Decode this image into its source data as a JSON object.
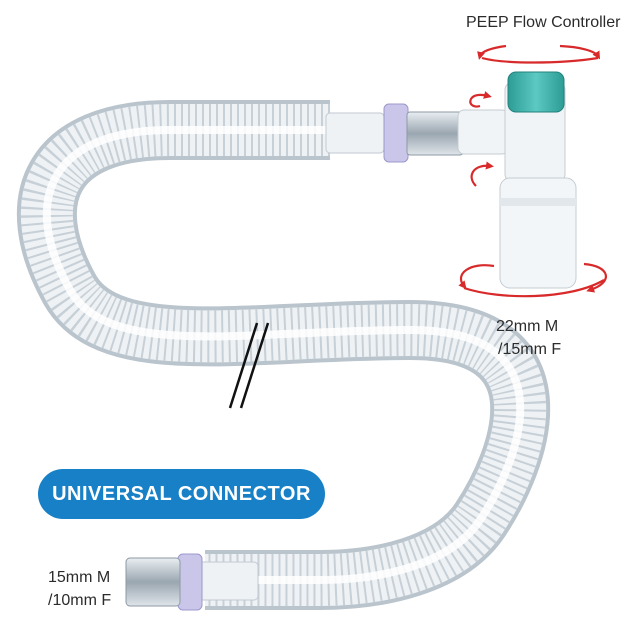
{
  "labels": {
    "peep": "PEEP Flow Controller",
    "top_size_line1": "22mm M",
    "top_size_line2": "/15mm F",
    "bottom_size_line1": "15mm M",
    "bottom_size_line2": "/10mm F"
  },
  "badge": {
    "text": "UNIVERSAL CONNECTOR"
  },
  "colors": {
    "badge_blue": "#1780c6",
    "arrow_red": "#d82a2a",
    "cap_teal": "#3fb5ae",
    "tube_edge": "#b9c4cc"
  },
  "icons": {
    "rotation_arrows": "rotate-arrow-icon",
    "break_mark": "double-slash-break-icon"
  }
}
